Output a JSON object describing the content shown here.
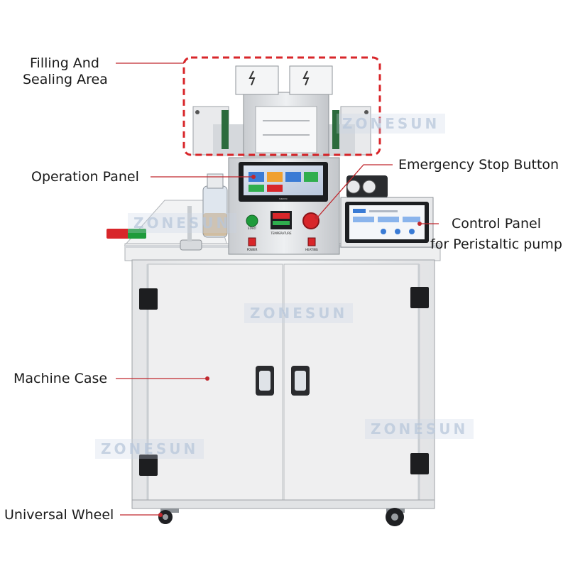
{
  "watermark": "ZONESUN",
  "labels": {
    "filling": [
      "Filling And",
      "Sealing Area"
    ],
    "operation": "Operation Panel",
    "estop": "Emergency Stop Button",
    "control": [
      "Control Panel",
      "for Peristaltic pump"
    ],
    "case": "Machine Case",
    "wheel": "Universal Wheel"
  },
  "panel": {
    "start": "START",
    "power": "POWER",
    "temperature": "TEMPERATURE",
    "heating": "HEATING",
    "brand": "SIMATIC"
  },
  "colors": {
    "callout": "#c0272d",
    "cabinet": "#ecedee",
    "accent_red": "#d8262a",
    "accent_green": "#1e9b3b"
  }
}
